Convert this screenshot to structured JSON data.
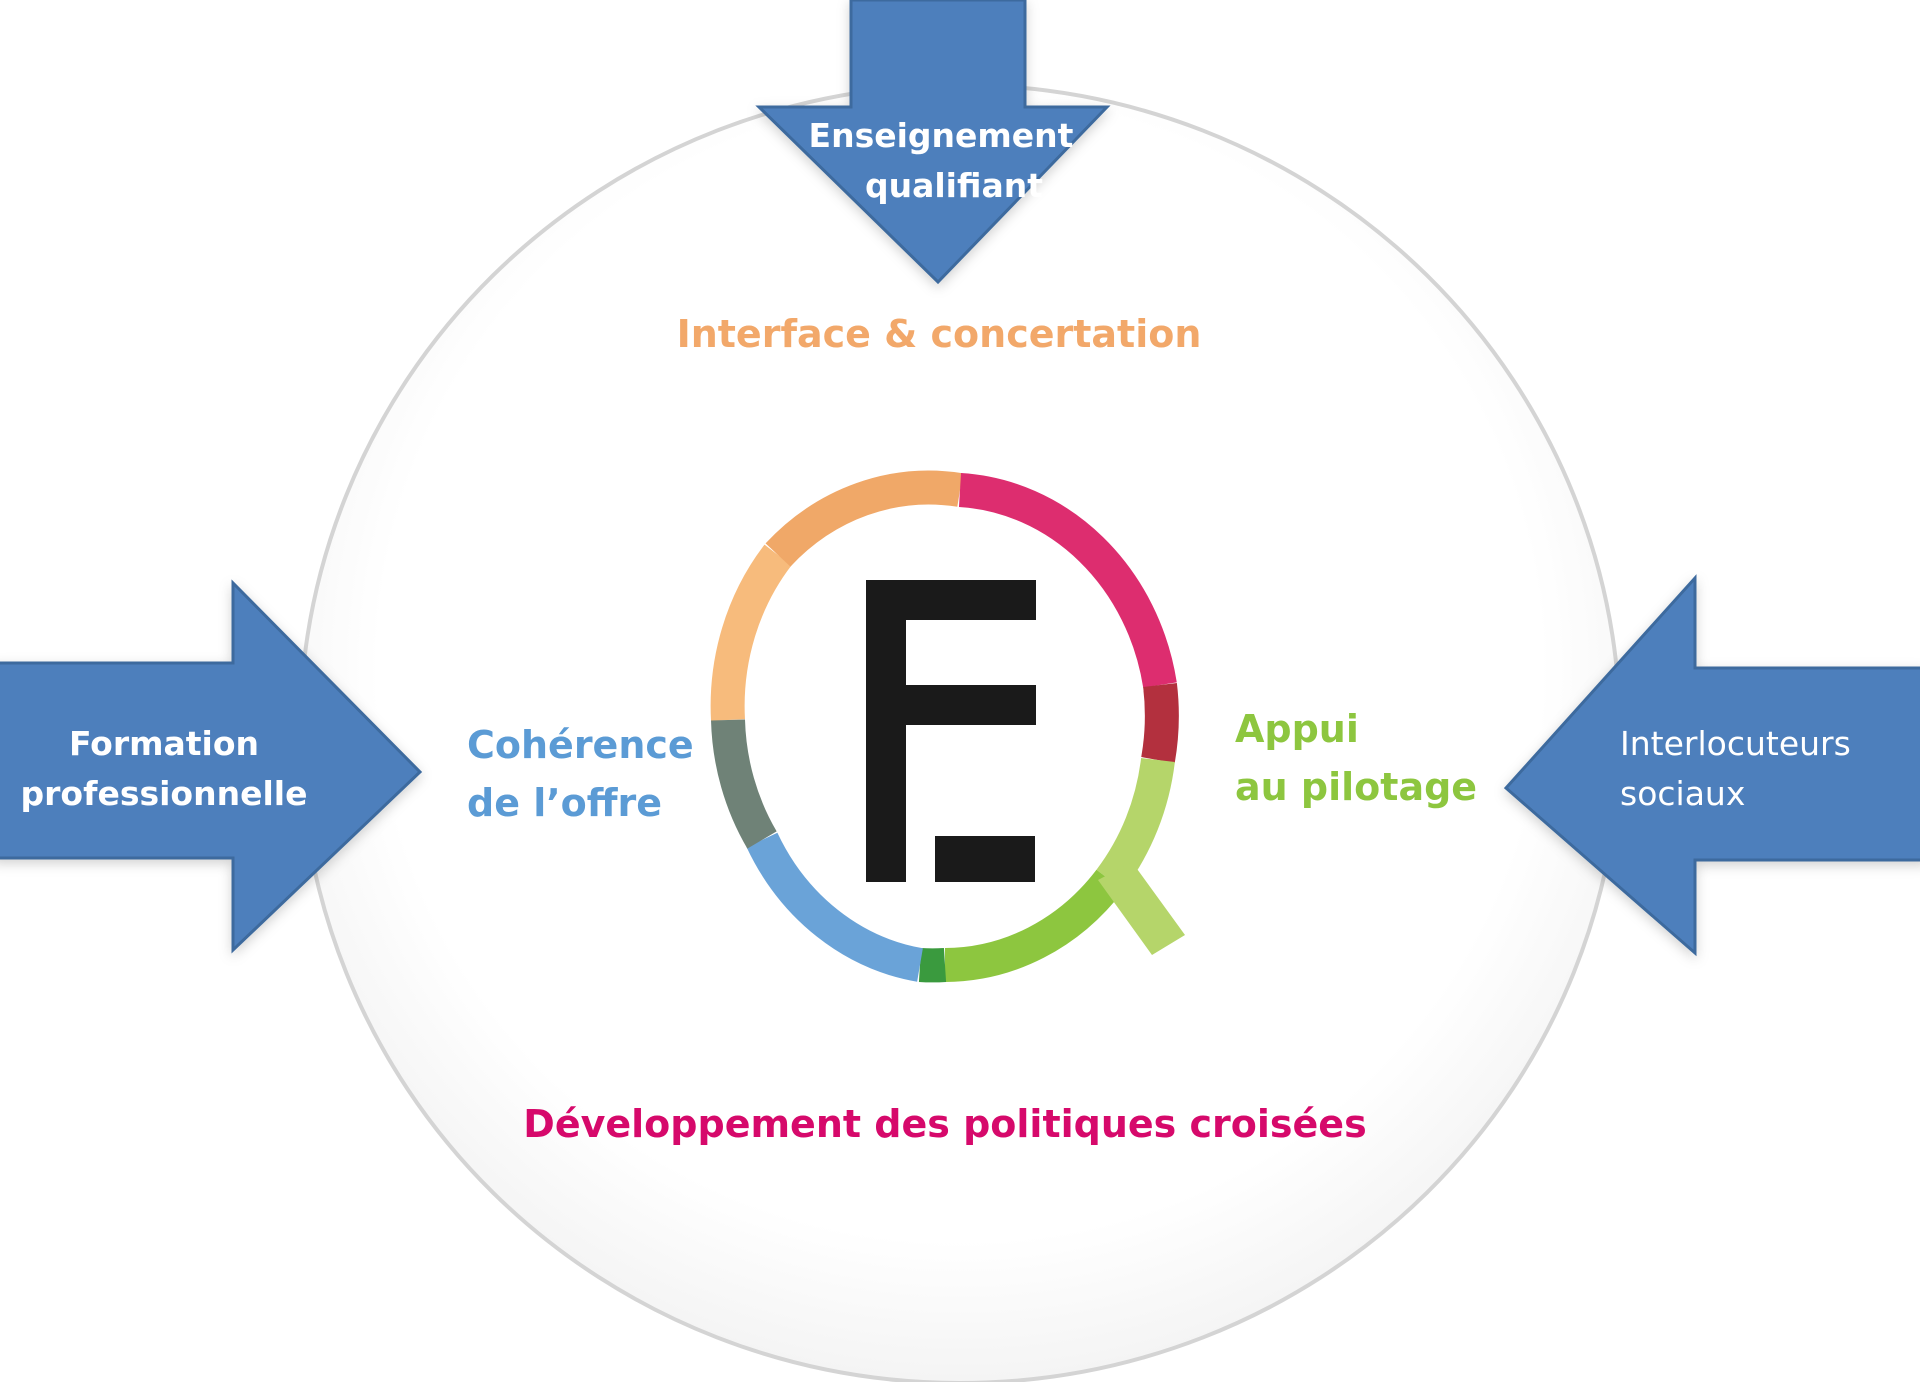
{
  "inputs": {
    "top": {
      "lines": [
        "Enseignement",
        "qualifiant"
      ],
      "color": "#4e7fbc",
      "text_color": "#ffffff",
      "bold": true
    },
    "left": {
      "lines": [
        "Formation",
        "professionnelle"
      ],
      "color": "#4e7fbc",
      "text_color": "#ffffff",
      "bold": true
    },
    "right": {
      "lines": [
        "Interlocuteurs",
        "sociaux"
      ],
      "color": "#4e7fbc",
      "text_color": "#ffffff",
      "bold": false
    }
  },
  "missions": {
    "top": {
      "lines": [
        "Interface & concertation"
      ],
      "color": "#f2a86a"
    },
    "left": {
      "lines": [
        "Cohérence",
        "de l’offre"
      ],
      "color": "#5b9bd5"
    },
    "right": {
      "lines": [
        "Appui",
        "au pilotage"
      ],
      "color": "#8dc63f"
    },
    "bottom": {
      "lines": [
        "Développement des politiques croisées"
      ],
      "color": "#d6096b"
    }
  },
  "logo": {
    "letter_color": "#1a1a1a",
    "ring_colors": {
      "orange_light": "#f7bb7c",
      "orange": "#f0a868",
      "magenta": "#dd2d6f",
      "crimson": "#b3303e",
      "lime": "#b5d56a",
      "green": "#8dc63f",
      "green_dark": "#3a9a3e",
      "blue": "#6aa3d8",
      "slate": "#6f8277"
    }
  },
  "colors": {
    "circle_fill": "#ffffff",
    "circle_stroke": "#d4d4d4",
    "arrow_stroke": "#3c6a9e"
  }
}
